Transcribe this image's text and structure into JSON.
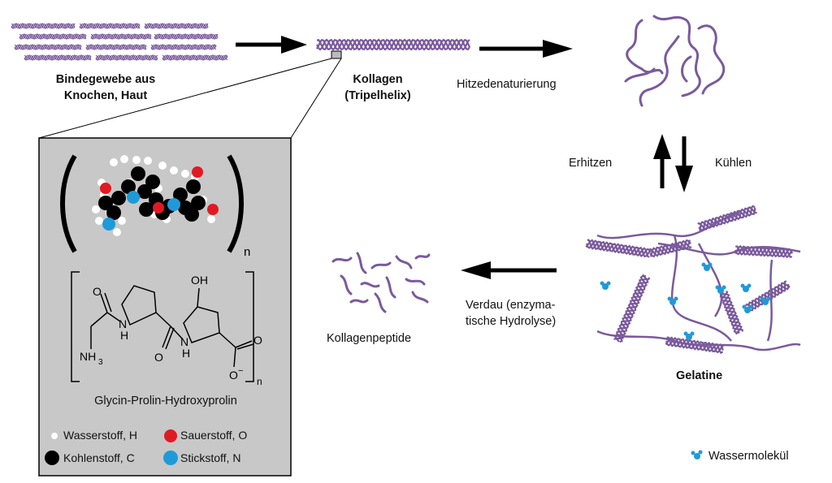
{
  "labels": {
    "bindegewebe_line1": "Bindegewebe aus",
    "bindegewebe_line2": "Knochen, Haut",
    "kollagen_line1": "Kollagen",
    "kollagen_line2": "(Tripelhelix)",
    "hitzedenaturierung": "Hitzedenaturierung",
    "erhitzen": "Erhitzen",
    "kuehlen": "Kühlen",
    "gelatine": "Gelatine",
    "verdau_line1": "Verdau (enzyma-",
    "verdau_line2": "tische Hydrolyse)",
    "kollagenpeptide": "Kollagenpeptide",
    "wassermolekuel": "Wassermolekül"
  },
  "inset": {
    "subscript_n_model": "n",
    "subscript_n_formula": "n",
    "oh_label": "OH",
    "o_label": "O",
    "nh_label_1": "N",
    "h_label_1": "H",
    "nh_label_2": "N",
    "h_label_2": "H",
    "nh3_label": "NH",
    "nh3_sub": "3",
    "o_minus_label": "O",
    "minus_sign": "−",
    "o_label_2": "O",
    "o_label_3": "O",
    "compound_name": "Glycin-Prolin-Hydroxyprolin"
  },
  "legend": [
    {
      "text": "Wasserstoff, H",
      "color": "#ffffff"
    },
    {
      "text": "Sauerstoff, O",
      "color": "#e01a22"
    },
    {
      "text": "Kohlenstoff, C",
      "color": "#000000"
    },
    {
      "text": "Stickstoff, N",
      "color": "#1f9ad8"
    }
  ],
  "colors": {
    "helix": "#7a5a9c",
    "water": "#1f9ad8",
    "inset_bg": "#c8c8c8"
  }
}
